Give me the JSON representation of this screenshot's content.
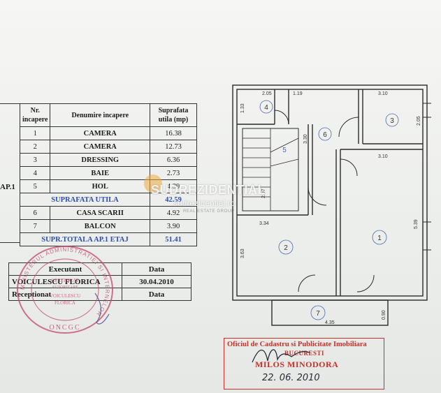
{
  "table": {
    "ap_label": "AP.1",
    "headers": {
      "nr": "Nr. incapere",
      "name": "Denumire incapere",
      "area": "Suprafata utila (mp)"
    },
    "rows": [
      {
        "nr": "1",
        "name": "CAMERA",
        "area": "16.38"
      },
      {
        "nr": "2",
        "name": "CAMERA",
        "area": "12.73"
      },
      {
        "nr": "3",
        "name": "DRESSING",
        "area": "6.36"
      },
      {
        "nr": "4",
        "name": "BAIE",
        "area": "2.73"
      },
      {
        "nr": "5",
        "name": "HOL",
        "area": "4.39"
      }
    ],
    "useful_total_label": "SUPRAFATA UTILA",
    "useful_total_value": "42.59",
    "extra_rows": [
      {
        "nr": "6",
        "name": "CASA  SCARII",
        "area": "4.92"
      },
      {
        "nr": "7",
        "name": "BALCON",
        "area": "3.90"
      }
    ],
    "grand_total_label": "SUPR.TOTALA  AP.1  ETAJ",
    "grand_total_value": "51.41"
  },
  "signatures": {
    "executant_label": "Executant",
    "executant_date_label": "Data",
    "executant_name": "VOICULESCU  FLORICA",
    "executant_date": "30.04.2010",
    "receptionat_label": "Receptionat",
    "receptionat_date_label": "Data"
  },
  "stamp": {
    "ring_text": "MINISTERUL ADMINISTRATIEI SI INTERNELOR",
    "center_1": "CERTIFICAT",
    "center_2": "AUTORIZARE",
    "center_3": "VOICULESCU",
    "center_4": "FLORICA",
    "bottom": "ONCGC"
  },
  "plan": {
    "rooms": [
      "4",
      "3",
      "6",
      "5",
      "2",
      "1",
      "7"
    ],
    "dimensions": [
      "2.05",
      "1.19",
      "3.10",
      "1.33",
      "3.30",
      "2.05",
      "3.10",
      "3.34",
      "3.63",
      "5.39",
      "4.35",
      "0.90",
      "2.97"
    ]
  },
  "watermark": {
    "brand": "SUDREZIDENTIAL",
    "domain": "sudrezidential.ro",
    "tagline": "REAL ESTATE GROUP"
  },
  "office_stamp": {
    "line1": "Oficiul de Cadastru si Publicitate Imobiliara",
    "line2": "BUCURESTI",
    "line3": "MILOS  MINODORA",
    "line4": "22. 06. 2010"
  },
  "colors": {
    "ink": "#1b1b1b",
    "blue_ink": "#2b4fb0",
    "red_stamp": "#c8312a",
    "stamp_violet": "#c24a6a"
  }
}
